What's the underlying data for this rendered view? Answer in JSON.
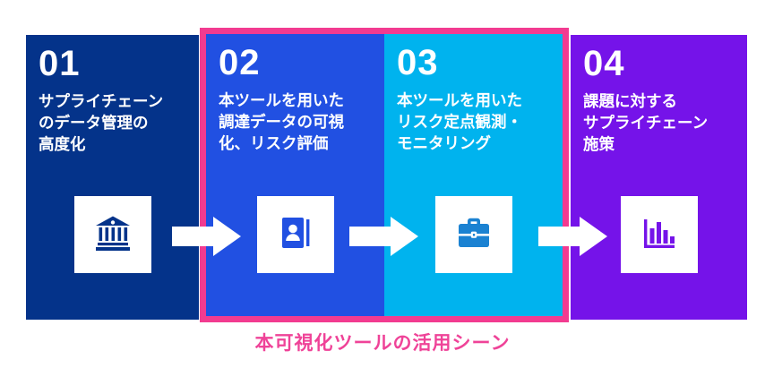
{
  "title": "本可視化ツールの活用シーン",
  "caption": "本可視化ツールの活用シーン",
  "colors": {
    "step1_bg": "#04338a",
    "step2_bg": "#2150e2",
    "step3_bg": "#00b3ee",
    "step4_bg": "#7513e9",
    "highlight_border": "#f23b90",
    "caption_text": "#ef4398",
    "icon_tile_bg": "#ffffff",
    "briefcase_icon": "#1b82d2",
    "arrow": "#ffffff",
    "text": "#ffffff"
  },
  "steps": [
    {
      "number": "01",
      "description": "サプライチェーン\nのデータ管理の\n高度化",
      "icon": "bank-icon"
    },
    {
      "number": "02",
      "description": "本ツールを用いた\n調達データの可視\n化、リスク評価",
      "icon": "contact-book-icon"
    },
    {
      "number": "03",
      "description": "本ツールを用いた\nリスク定点観測・\nモニタリング",
      "icon": "briefcase-icon"
    },
    {
      "number": "04",
      "description": "課題に対する\nサプライチェーン\n施策",
      "icon": "bar-chart-icon"
    }
  ],
  "highlight": {
    "covers_steps": [
      "02",
      "03"
    ]
  }
}
